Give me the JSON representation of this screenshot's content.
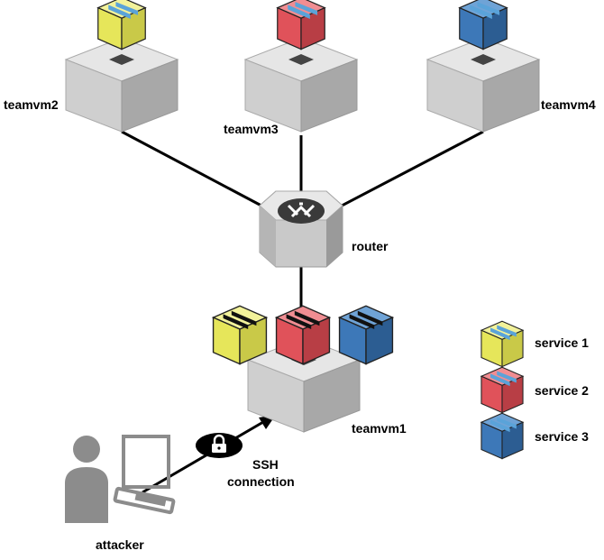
{
  "nodes": {
    "teamvm1": {
      "label": "teamvm1"
    },
    "teamvm2": {
      "label": "teamvm2"
    },
    "teamvm3": {
      "label": "teamvm3"
    },
    "teamvm4": {
      "label": "teamvm4"
    },
    "router": {
      "label": "router"
    },
    "attacker": {
      "label": "attacker"
    }
  },
  "connection": {
    "line1": "SSH",
    "line2": "connection"
  },
  "legend": [
    {
      "label": "service 1",
      "color": "#e6e65a"
    },
    {
      "label": "service 2",
      "color": "#e0525a"
    },
    {
      "label": "service 3",
      "color": "#3d78b8"
    }
  ],
  "colors": {
    "server_top": "#e6e6e6",
    "server_left": "#c8c8c8",
    "server_right": "#9e9e9e",
    "service1": "#e6e65a",
    "service2": "#e0525a",
    "service3": "#3d78b8",
    "router_icon": "#3a3a3a",
    "person": "#8c8c8c"
  },
  "icons": [
    "server-icon",
    "router-icon",
    "lock-icon",
    "person-icon",
    "terminal-icon",
    "package-icon"
  ]
}
